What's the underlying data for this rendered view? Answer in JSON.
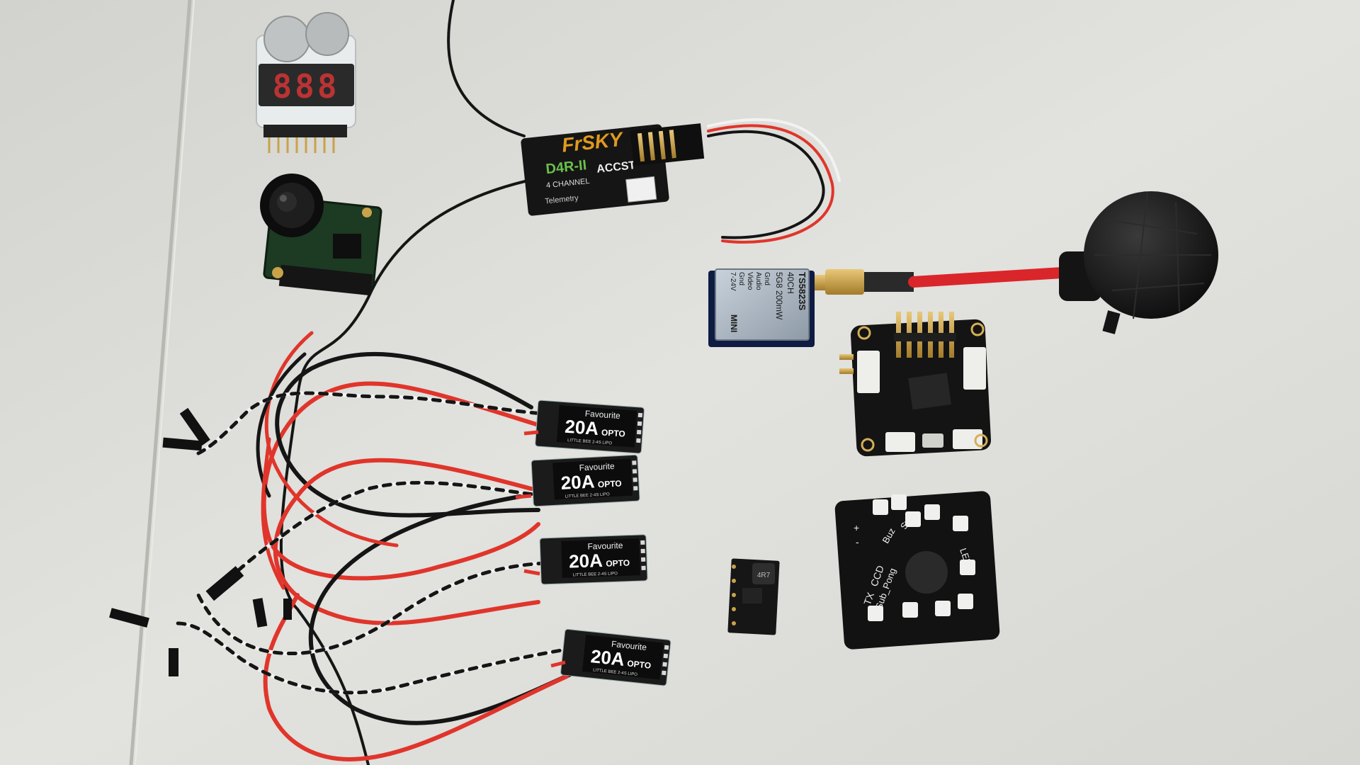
{
  "colors": {
    "table": "#dcdcd8",
    "table_shadow": "#c9c9c4",
    "pcb_black": "#141414",
    "wire_red": "#e0352b",
    "wire_black": "#151515",
    "wire_white": "#f2f2f2",
    "gold": "#c9a24a",
    "esc_label": "#0c0c0c"
  },
  "battery_checker": {
    "digits": "888"
  },
  "receiver": {
    "brand": "FrSKY",
    "model": "D4R-II",
    "channels": "4 CHANNEL",
    "tech": "ACCST",
    "telemetry": "Telemetry"
  },
  "vtx": {
    "model": "TS5823S",
    "channels": "40CH",
    "power": "5G8 200mW",
    "pins": [
      "Gnd",
      "Audio",
      "Video",
      "Gnd",
      "7-24V"
    ],
    "size": "MINI"
  },
  "escs": [
    {
      "brand": "Favourite",
      "rating": "20A",
      "type": "OPTO",
      "series": "LITTLE BEE 2-4S LIPO"
    },
    {
      "brand": "Favourite",
      "rating": "20A",
      "type": "OPTO",
      "series": "LITTLE BEE 2-4S LIPO"
    },
    {
      "brand": "Favourite",
      "rating": "20A",
      "type": "OPTO",
      "series": "LITTLE BEE 2-4S LIPO"
    },
    {
      "brand": "Favourite",
      "rating": "20A",
      "type": "OPTO",
      "series": "LITTLE BEE 2-4S LIPO"
    }
  ],
  "bec": {
    "inductor": "4R7"
  },
  "pdb": {
    "labels": [
      "Buz",
      "Sw",
      "TX",
      "CCD",
      "Sub_Pong",
      "LED",
      "+",
      "-"
    ]
  }
}
